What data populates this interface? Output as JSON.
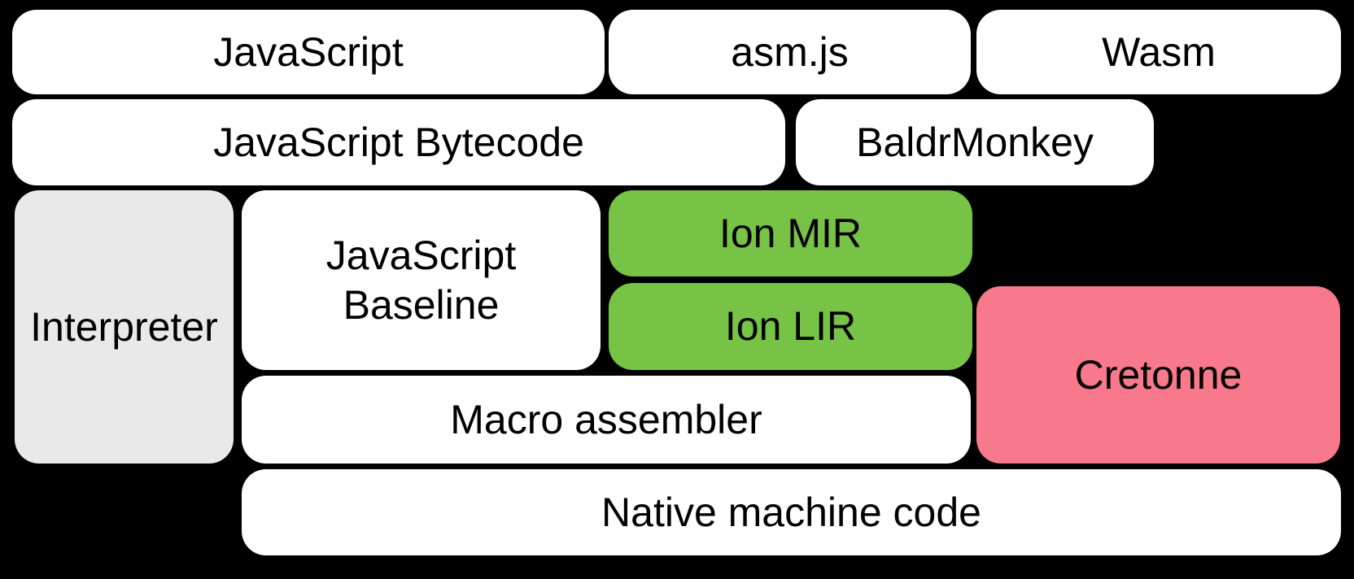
{
  "diagram": {
    "background_color": "#000000",
    "text_color": "#000000",
    "palette": {
      "white": "#ffffff",
      "gray": "#e9e9e9",
      "green": "#76c346",
      "pink": "#f7798b"
    },
    "boxes": [
      {
        "id": "javascript",
        "label": "JavaScript",
        "fill": "#ffffff"
      },
      {
        "id": "asm-js",
        "label": "asm.js",
        "fill": "#ffffff"
      },
      {
        "id": "wasm",
        "label": "Wasm",
        "fill": "#ffffff"
      },
      {
        "id": "javascript-bytecode",
        "label": "JavaScript Bytecode",
        "fill": "#ffffff"
      },
      {
        "id": "baldrmonkey",
        "label": "BaldrMonkey",
        "fill": "#ffffff"
      },
      {
        "id": "interpreter",
        "label": "Interpreter",
        "fill": "#e9e9e9"
      },
      {
        "id": "javascript-baseline",
        "label": "JavaScript\nBaseline",
        "fill": "#ffffff"
      },
      {
        "id": "ion-mir",
        "label": "Ion MIR",
        "fill": "#76c346"
      },
      {
        "id": "ion-lir",
        "label": "Ion LIR",
        "fill": "#76c346"
      },
      {
        "id": "cretonne",
        "label": "Cretonne",
        "fill": "#f7798b"
      },
      {
        "id": "macro-assembler",
        "label": "Macro assembler",
        "fill": "#ffffff"
      },
      {
        "id": "native-machine-code",
        "label": "Native machine code",
        "fill": "#ffffff"
      }
    ]
  }
}
